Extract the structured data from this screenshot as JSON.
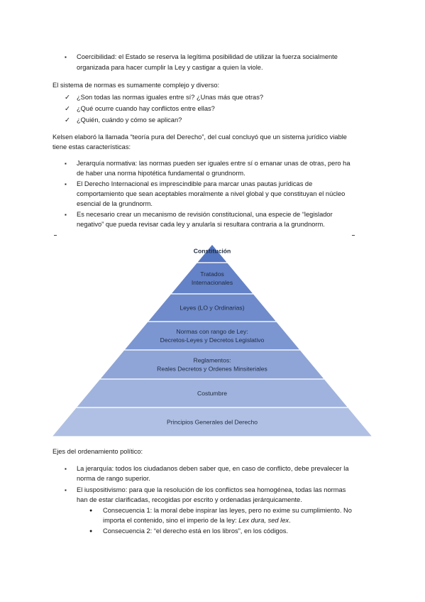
{
  "section1": {
    "bullet": "Coercibilidad: el Estado se reserva la legítima posibilidad de utilizar la fuerza socialmente",
    "bullet_cont": "organizada para hacer cumplir la Ley y castigar a quien la viole."
  },
  "section2": {
    "intro": "El sistema de normas es sumamente complejo y diverso:",
    "checks": [
      "¿Son todas las normas iguales entre sí? ¿Unas más que otras?",
      "¿Qué ocurre cuando hay conflictos entre ellas?",
      "¿Quién, cuándo y cómo se aplican?"
    ]
  },
  "section3": {
    "intro_l1": "Kelsen elaboró la llamada “teoría pura del Derecho”, del cual concluyó que un sistema jurídico viable",
    "intro_l2": "tiene estas características:",
    "b1_l1": "Jerarquía normativa: las normas pueden ser iguales entre sí o emanar unas de otras, pero ha",
    "b1_l2": "de haber una norma hipotética fundamental o grundnorm.",
    "b2_l1": "El Derecho Internacional es imprescindible para marcar unas pautas jurídicas de",
    "b2_l2": "comportamiento que sean aceptables moralmente a nivel global y que constituyan el núcleo",
    "b2_l3": "esencial de la grundnorm.",
    "b3_l1": "Es necesario crear un mecanismo de revisión constitucional, una especie de “legislador",
    "b3_l2": "negativo” que pueda revisar cada ley y anularla si resultara contraria a la grundnorm."
  },
  "pyramid": {
    "levels": [
      {
        "lines": [
          "Constitución"
        ]
      },
      {
        "lines": [
          "Tratados",
          "Internacionales"
        ]
      },
      {
        "lines": [
          "Leyes (LO y Ordinarias)"
        ]
      },
      {
        "lines": [
          "Normas con rango de Ley:",
          "Decretos-Leyes y Decretos Legislativo"
        ]
      },
      {
        "lines": [
          "Reglamentos:",
          "Reales Decretos  y  Ordenes Minsiteriales"
        ]
      },
      {
        "lines": [
          "Costumbre"
        ]
      },
      {
        "lines": [
          "Principios Generales del Derecho"
        ]
      }
    ],
    "colors": [
      "#5577c2",
      "#6482c8",
      "#6f8bcc",
      "#7c96d2",
      "#8fa5d8",
      "#a0b3de",
      "#b0c0e4"
    ]
  },
  "section4": {
    "title": "Ejes del ordenamiento político:",
    "b1_l1": "La jerarquía: todos los ciudadanos deben saber que, en caso de conflicto, debe prevalecer la",
    "b1_l2": "norma de rango superior.",
    "b2_l1": "El iuspositivismo: para que la resolución de los conflictos sea homogénea, todas las normas",
    "b2_l2": "han de estar clarificadas, recogidas por escrito y ordenadas jerárquicamente.",
    "c1_l1": "Consecuencia 1: la moral debe inspirar las leyes, pero no exime su cumplimiento. No",
    "c1_l2": "importa el contenido, sino el imperio de la ley:",
    "c1_l2_italic": "Lex dura, sed lex",
    "c1_l2_end": ".",
    "c2": "Consecuencia 2: “el derecho está en los libros”, en los códigos."
  },
  "symbols": {
    "square": "▪",
    "check": "✓",
    "dot": "●"
  }
}
